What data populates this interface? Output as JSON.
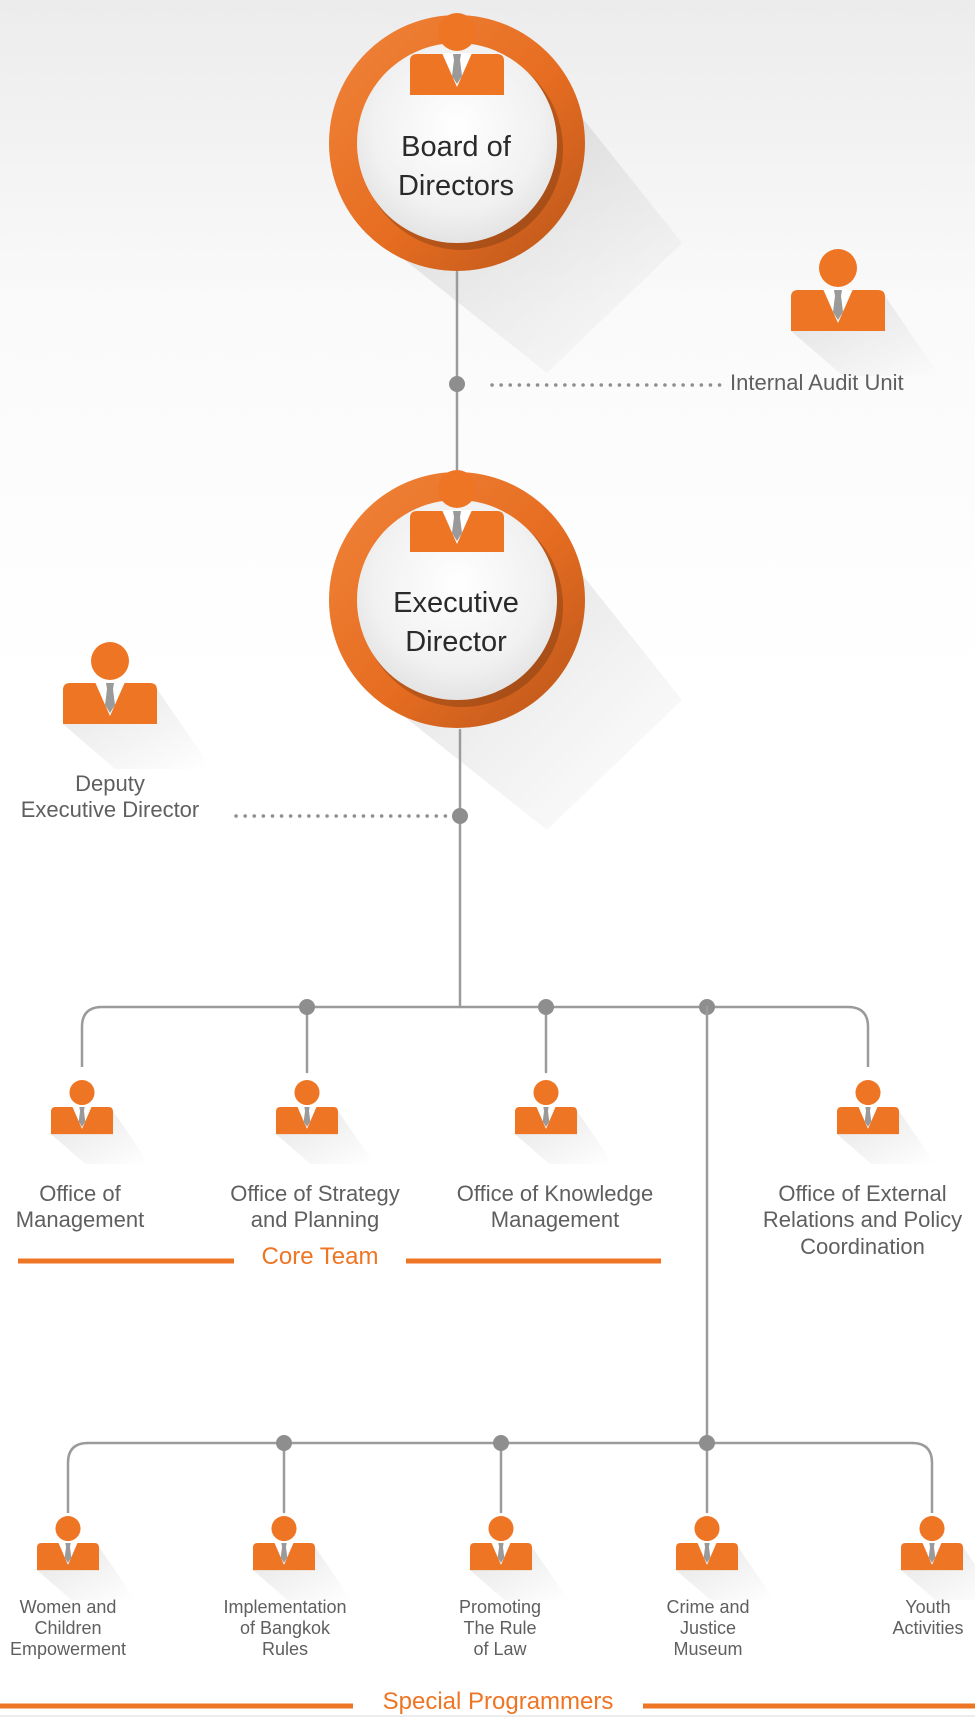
{
  "board": {
    "label": "Board of\nDirectors"
  },
  "audit": {
    "label": "Internal Audit Unit"
  },
  "executive": {
    "label": "Executive\nDirector"
  },
  "deputy": {
    "label": "Deputy\nExecutive Director"
  },
  "core_offices": [
    {
      "label": "Office of\nManagement"
    },
    {
      "label": "Office of Strategy\nand Planning"
    },
    {
      "label": "Office of Knowledge\nManagement"
    },
    {
      "label": "Office of External\nRelations and Policy\nCoordination"
    }
  ],
  "core_team": {
    "label": "Core Team"
  },
  "programs": [
    {
      "label": "Women and\nChildren\nEmpowerment"
    },
    {
      "label": "Implementation\nof Bangkok\nRules"
    },
    {
      "label": "Promoting\nThe Rule\nof Law"
    },
    {
      "label": "Crime and\nJustice\nMuseum"
    },
    {
      "label": "Youth\nActivities"
    }
  ],
  "special": {
    "label": "Special Programmers"
  },
  "colors": {
    "orange": "#ee7524",
    "dark_orange": "#c45a1a",
    "line": "#9b9b9b",
    "dot": "#8e8e8e",
    "tie": "#9a9a9a"
  }
}
